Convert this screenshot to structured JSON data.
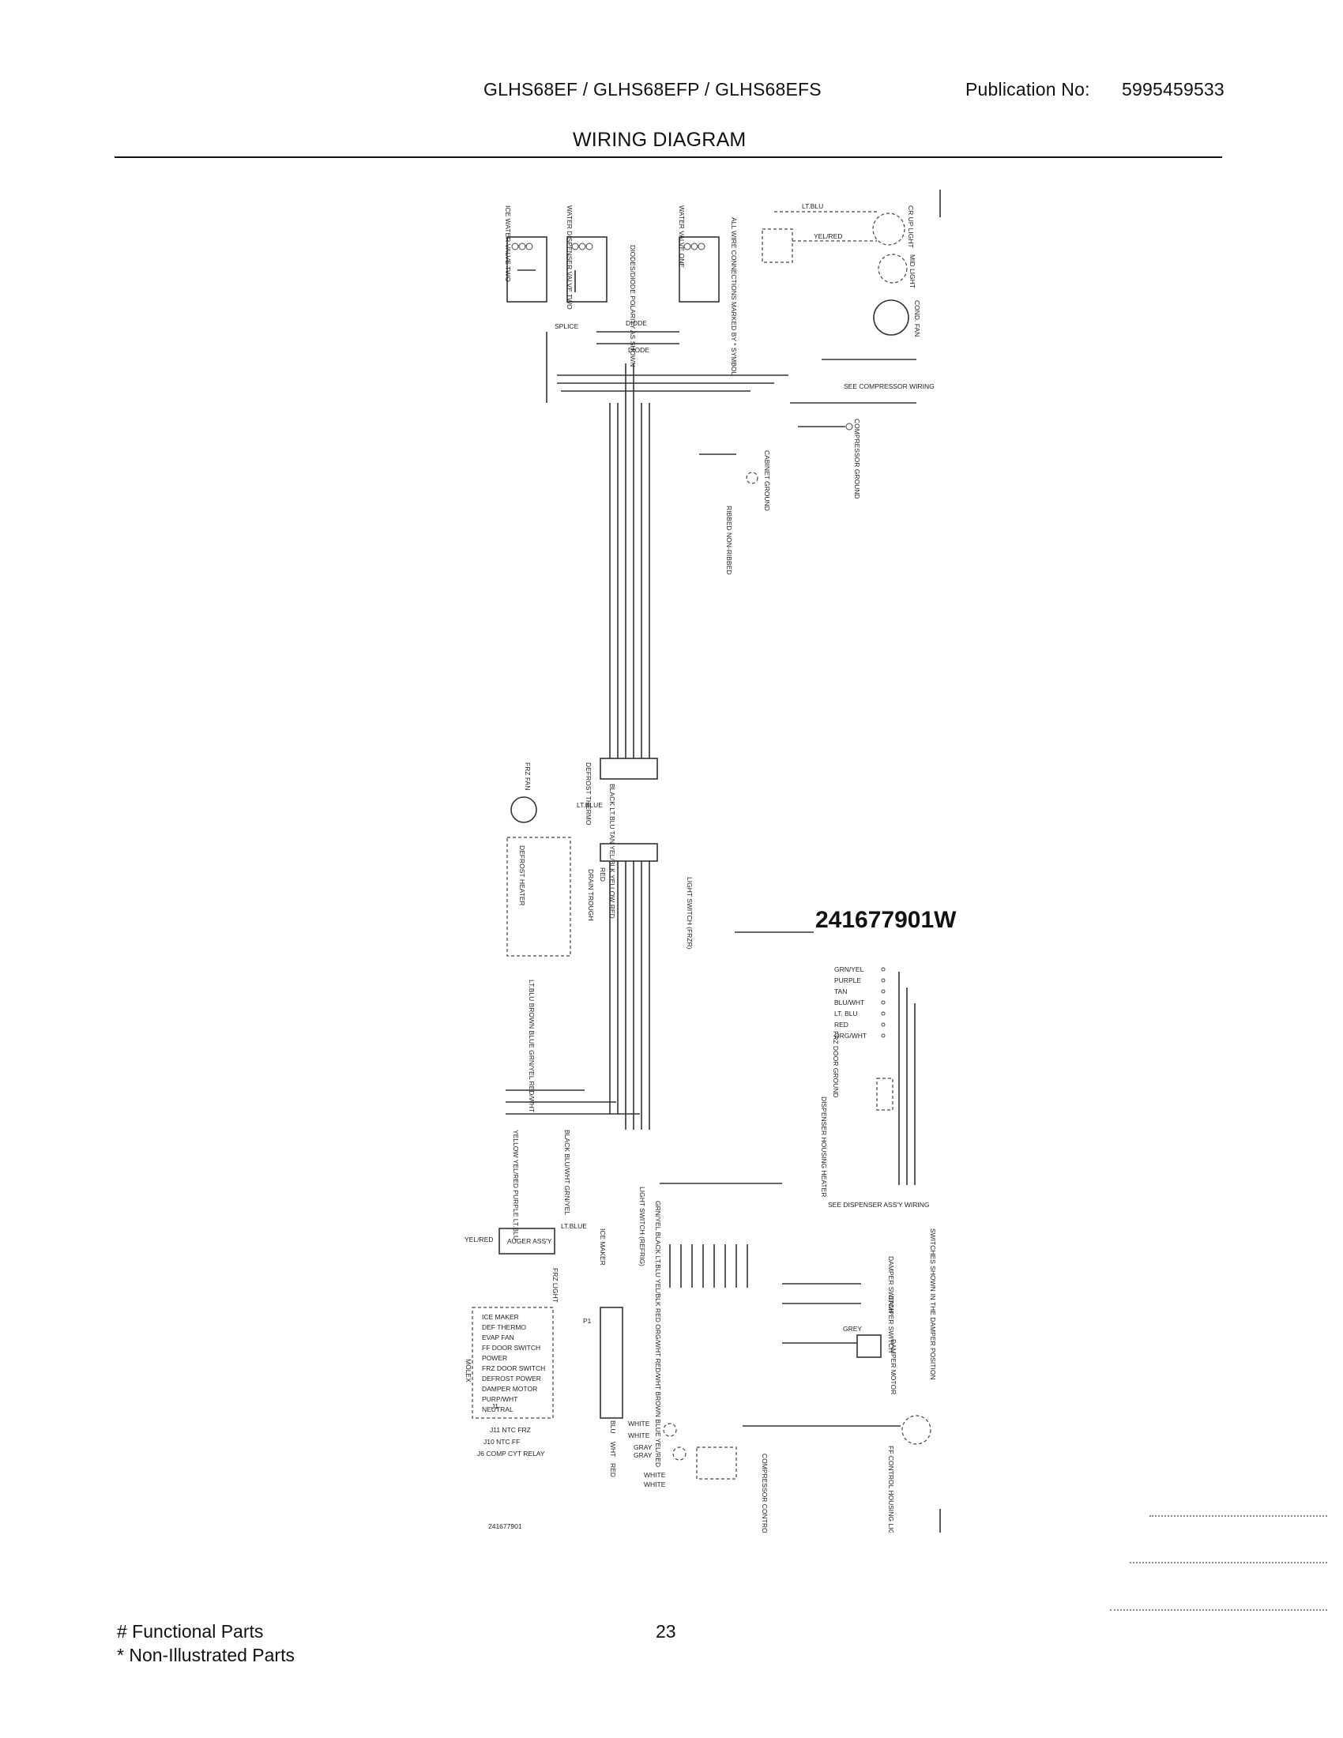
{
  "header": {
    "models": "GLHS68EF / GLHS68EFP / GLHS68EFS",
    "publication_label": "Publication No:",
    "publication_number": "5995459533",
    "title": "WIRING DIAGRAM"
  },
  "diagram": {
    "part_number": "241677901W",
    "small_part_number": "241677901",
    "labels": {
      "ice_water_valve_two": "ICE WATER VALVE TWO",
      "water_dispenser_valve_two": "WATER DISPENSER VALVE TWO",
      "water_valve_one": "WATER VALVE ONE",
      "diodes_note": "DIODES/DIODE POLARITY AS SHOWN",
      "connections_note": "ALL WIRE CONNECTIONS MARKED BY * SYMBOL",
      "lt_blu": "LT.BLU",
      "yel_red": "YEL/RED",
      "cr_up_light": "CR UP LIGHT",
      "mid_light": "MID LIGHT",
      "cond_fan": "COND. FAN",
      "diode_1": "DIODE",
      "diode_2": "DIODE",
      "splice": "SPLICE",
      "see_compressor_wiring": "SEE COMPRESSOR WIRING",
      "compressor_ground": "COMPRESSOR GROUND",
      "cabinet_ground": "CABINET GROUND",
      "ribbed_non_ribbed": "RIBBED NON-RIBBED",
      "frz_fan": "FRZ FAN",
      "defrost_thermo": "DEFROST THERMO",
      "wire_colors_top": "BLACK LT.BLU TAN YEL/BLK YELLOW RED",
      "lt_blue": "LT.BLUE",
      "defrost_heater": "DEFROST HEATER",
      "drain_trough": "DRAIN TROUGH",
      "red": "RED",
      "light_switch_frzr": "LIGHT SWITCH (FRZR)",
      "wire_colors_mid": "LT.BLU BROWN BLUE GRN/YEL RED/WHT",
      "frz_door_ground": "FRZ DOOR GROUND",
      "dispenser_housing_heater": "DISPENSER HOUSING HEATER",
      "see_dispenser_assy_wiring": "SEE DISPENSER ASS'Y WIRING",
      "wire_colors_low_left": "YELLOW YEL/RED PURPLE LT.BLU",
      "wire_colors_low_right": "BLACK BLU/WHT GRN/YEL",
      "light_switch_refrig": "LIGHT SWITCH (REFRIG)",
      "wire_colors_board": "GRN/YEL BLACK LT.BLU YEL/BLK RED ORG/WHT RED/WHT BROWN BLUE YEL/RED",
      "auger_assy": "AUGER ASS'Y",
      "yel_red_2": "YEL/RED",
      "lt_blue_2": "LT.BLUE",
      "ice_maker": "ICE MAKER",
      "frz_light": "FRZ LIGHT",
      "switches_shown": "SWITCHES SHOWN IN THE DAMPER POSITION",
      "damper_switch_1": "DAMPER SWITCH",
      "damper_switch_2": "DAMPER SWITCH",
      "grey": "GREY",
      "damper_motor": "DAMPER MOTOR",
      "molex": "MOLEX",
      "p1": "P1",
      "j1": "J1",
      "white_1": "WHITE",
      "white_2": "WHITE",
      "gray_1": "GRAY",
      "gray_2": "GRAY",
      "white_3": "WHITE",
      "white_4": "WHITE",
      "blu": "BLU",
      "wht": "WHT",
      "red_2": "RED",
      "compressor_control_relay": "COMPRESSOR CONTROL RELAY",
      "ff_control_housing_light": "FF CONTROL HOUSING LIGHT"
    },
    "legend_colors": [
      "GRN/YEL",
      "PURPLE",
      "TAN",
      "BLU/WHT",
      "LT. BLU",
      "RED",
      "ORG/WHT"
    ],
    "board_terminals": [
      "ICE MAKER",
      "DEF THERMO",
      "EVAP FAN",
      "FF DOOR SWITCH",
      "POWER",
      "FRZ DOOR SWITCH",
      "DEFROST POWER",
      "DAMPER MOTOR",
      "PURP/WHT",
      "NEUTRAL"
    ],
    "board_sub": [
      "J11 NTC FRZ",
      "J10 NTC FF",
      "J6 COMP CYT RELAY"
    ]
  },
  "footer": {
    "functional": "# Functional Parts",
    "non_illustrated": "* Non-Illustrated Parts",
    "page": "23"
  }
}
